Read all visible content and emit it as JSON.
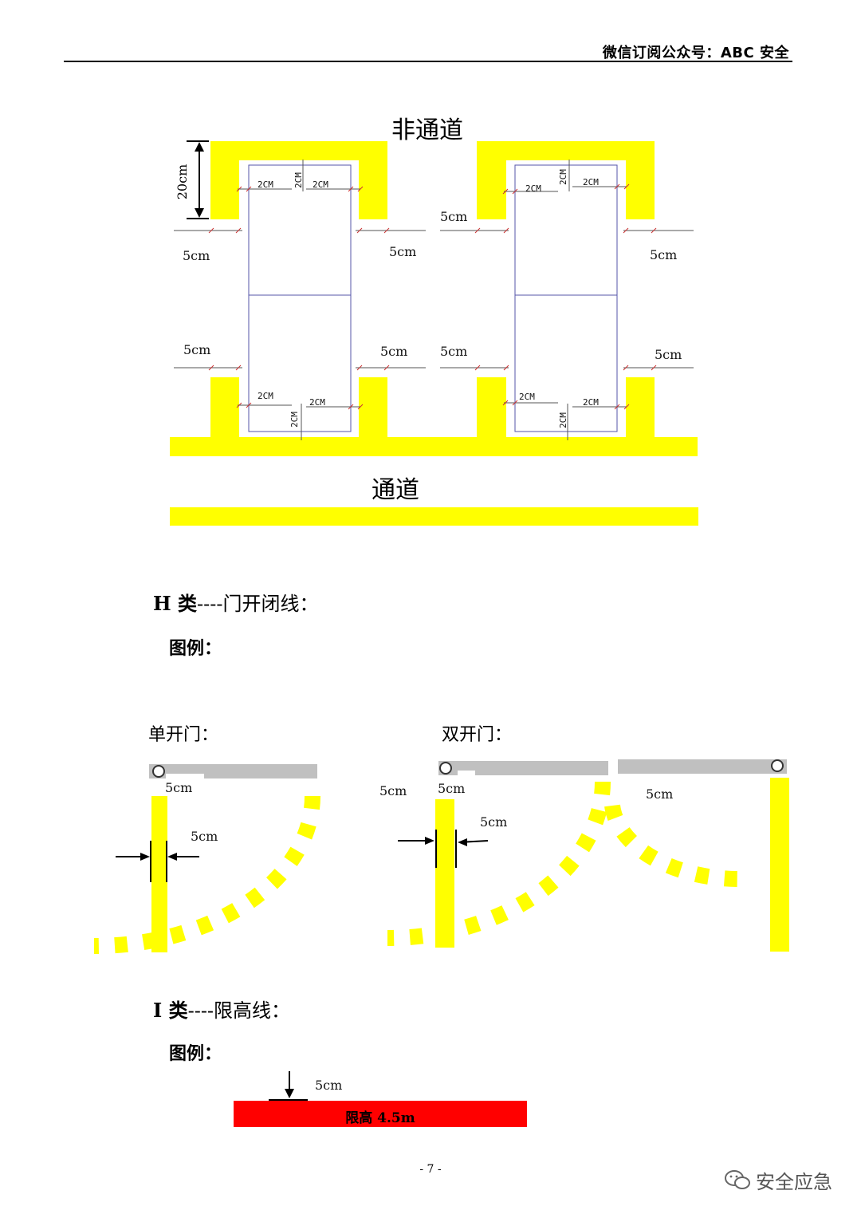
{
  "header": {
    "text": "微信订阅公众号：ABC 安全"
  },
  "diagram1": {
    "label_top": "非通道",
    "label_bottom": "通道",
    "height_label": "20cm",
    "cm5": "5cm",
    "cm2": "2CM"
  },
  "section_h": {
    "prefix": "H 类",
    "suffix": "----门开闭线：",
    "legend": "图例："
  },
  "doors": {
    "single_title": "单开门：",
    "double_title": "双开门：",
    "cm5": "5cm"
  },
  "section_i": {
    "prefix": "I 类",
    "suffix": "----限高线：",
    "legend": "图例："
  },
  "height_limit": {
    "dim_label": "5cm",
    "bar_text": "限高 4.5m"
  },
  "footer": {
    "page_number": "- 7 -",
    "watermark": "安全应急"
  },
  "colors": {
    "yellow": "#ffff00",
    "red": "#ff0000",
    "gray": "#c0c0c0",
    "blue_line": "#5555aa",
    "dim_red": "#cc3333"
  }
}
